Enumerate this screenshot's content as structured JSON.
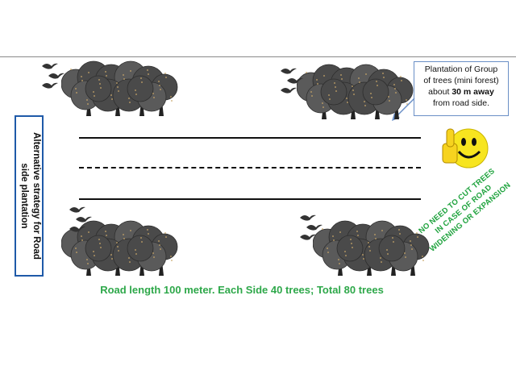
{
  "side_label": {
    "line1": "Alternative strategy for  Road",
    "line2": "side plantation"
  },
  "callout": {
    "line1": "Plantation of Group",
    "line2": "of trees (mini forest)",
    "line3_pre": "about ",
    "line3_bold": "30 m away",
    "line4": "from road side."
  },
  "rotated_note": {
    "line1": "NO NEED TO CUT TREES",
    "line2": "IN CASE OF ROAD",
    "line3": "WIDENING OR EXPANSION"
  },
  "bottom_caption": "Road length 100 meter. Each Side 40 trees; Total 80 trees",
  "colors": {
    "caption_green": "#2ea84a",
    "box_border": "#1f5aa8",
    "smiley_yellow": "#f7e51f",
    "tree_canopy": "#4a4a4a"
  },
  "icons": [
    "tree-cluster-icon",
    "bird-icon",
    "thumbs-up-smiley-icon",
    "callout-arrow-icon"
  ]
}
